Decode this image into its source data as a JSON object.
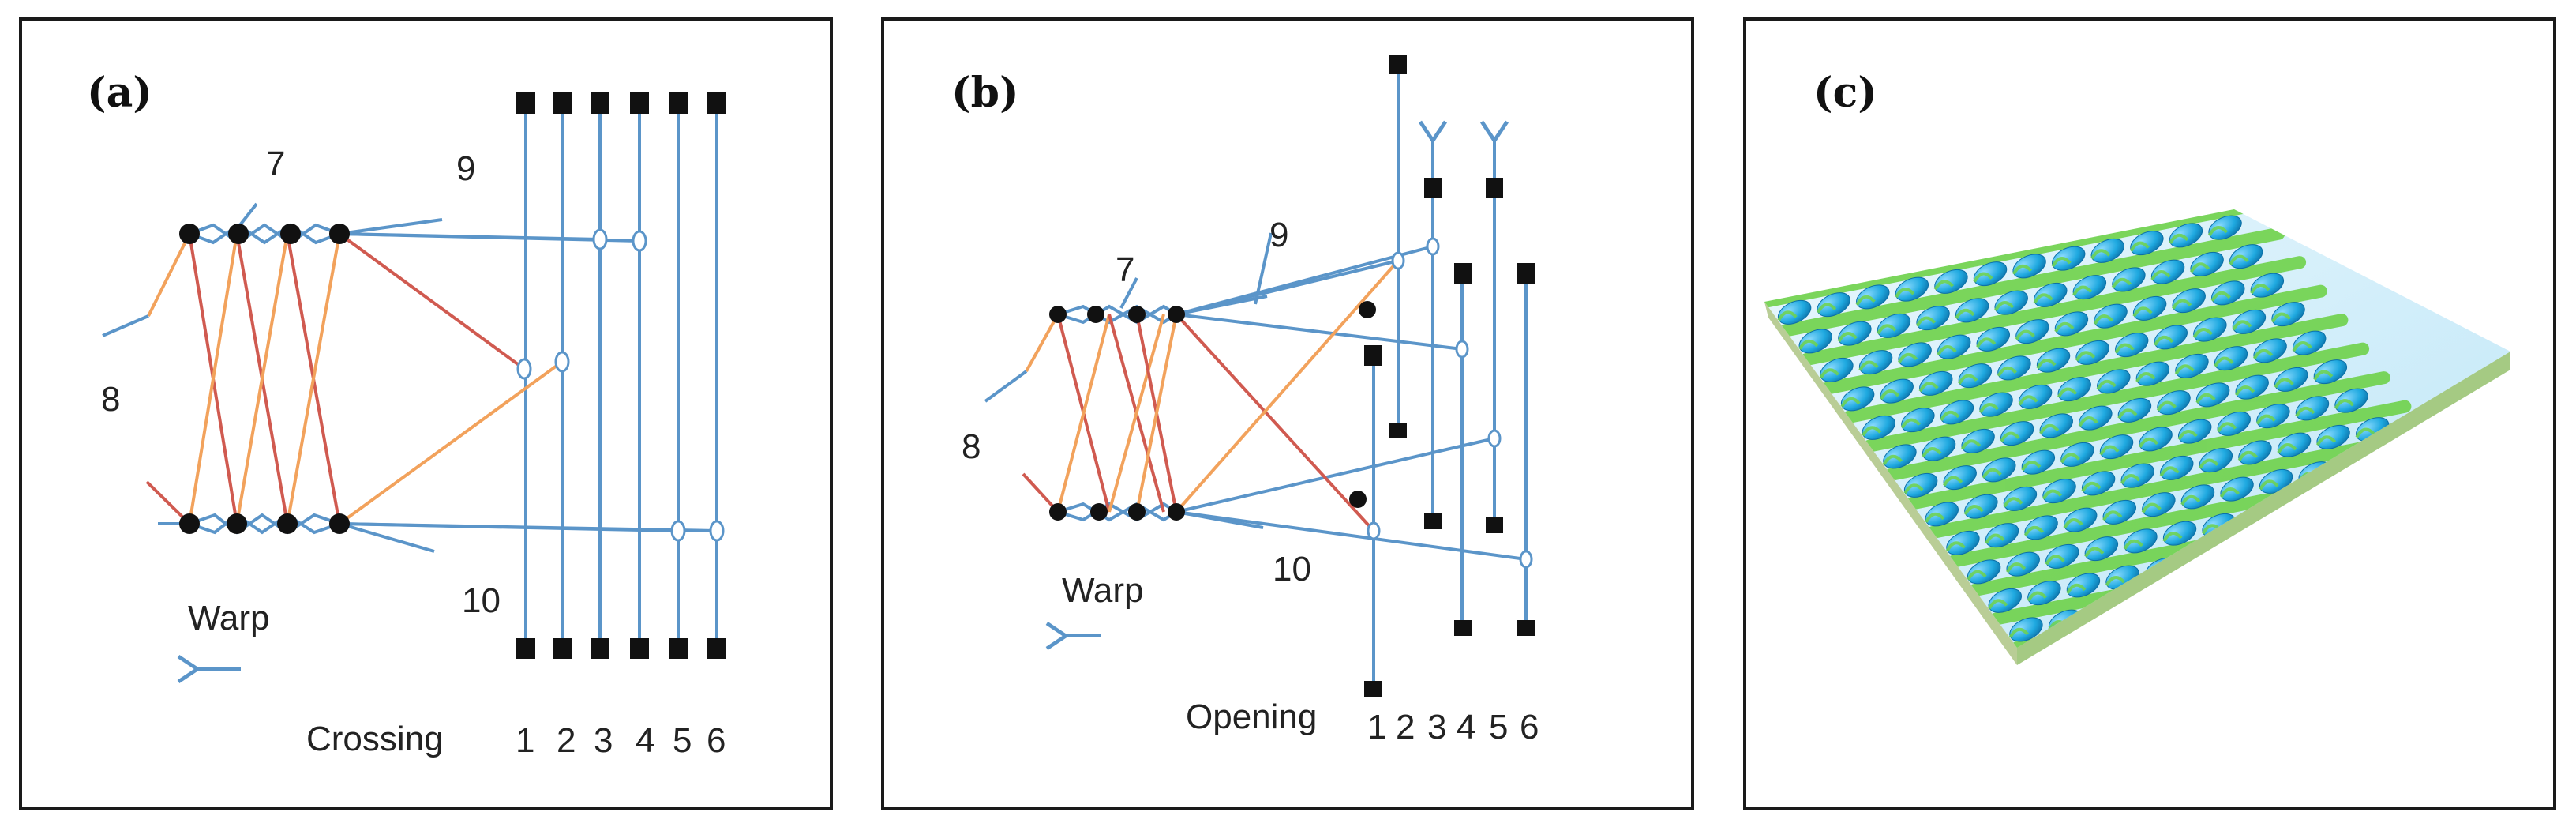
{
  "panels": {
    "a": {
      "letter": "(a)",
      "label_7": "7",
      "label_8": "8",
      "label_9": "9",
      "label_10": "10",
      "warp": "Warp",
      "mode": "Crossing",
      "heddle_numbers": [
        "1",
        "2",
        "3",
        "4",
        "5",
        "6"
      ]
    },
    "b": {
      "letter": "(b)",
      "label_7": "7",
      "label_8": "8",
      "label_9": "9",
      "label_10": "10",
      "warp": "Warp",
      "mode": "Opening",
      "heddle_numbers": [
        "1",
        "2",
        "3",
        "4",
        "5",
        "6"
      ]
    },
    "c": {
      "letter": "(c)"
    }
  },
  "colors": {
    "warp_blue": "#5b95c9",
    "yarn_red": "#d05a50",
    "yarn_orange": "#f2a25c",
    "fabric_blue": "#1fa9e0",
    "fabric_green": "#6fd24a"
  }
}
